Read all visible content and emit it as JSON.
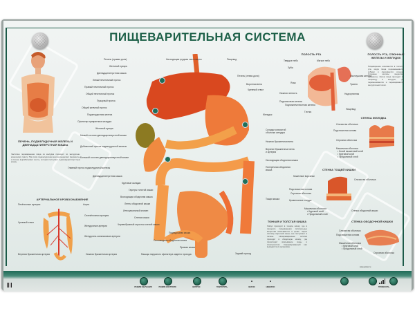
{
  "poster": {
    "title": "ПИЩЕВАРИТЕЛЬНАЯ СИСТЕМА",
    "colors": {
      "accent": "#1d6048",
      "organ": "#e8662a",
      "background": "#eef2f1"
    }
  },
  "left_panel": {
    "liver_heading": "ПЕЧЕНЬ, ПОДЖЕЛУДОЧНАЯ ЖЕЛЕЗА И ДВЕНАДЦАТИПЕРСТНАЯ КИШКА",
    "liver_text": "Частично переваренная пища из желудка проходит по желудочно-кишечному тракту. При этом поджелудочная железа выделяет ферменты, а печень вырабатывает желчь, которая поступает в двенадцатиперстную кишку.",
    "arterial_heading": "АРТЕРИАЛЬНОЕ КРОВОСНАБЖЕНИЕ",
    "arterial_labels": [
      "Печёночные артерии",
      "Аорта",
      "Чревный ствол",
      "Селезёночная артерия",
      "Желудочные артерии",
      "Желудочно-сальниковые артерии",
      "Верхняя брыжеечная артерия",
      "Нижняя брыжеечная артерия"
    ]
  },
  "main_labels_left": [
    "Печень (правая доля)",
    "Желчный пузырь",
    "Двенадцатиперстная кишка",
    "Левый печеночный проток",
    "Правый печеночный проток",
    "Общий печеночный проток",
    "Пузырный проток",
    "Общий желчный проток",
    "Поджелудочная железа",
    "Сфинктер привратника желудка",
    "Желчный пузырь",
    "Малый сосочек двенадцатиперстной кишки",
    "Добавочный проток поджелудочной железы",
    "Большой сосочек двенадцатиперстной кишки",
    "Главный проток поджелудочной железы",
    "Двенадцатиперстная кишка",
    "Круговые складки",
    "Гаустры толстой кишки",
    "Восходящая ободочная кишка",
    "Ленты ободочной кишки",
    "Илеоцекальный клапан",
    "Слепая кишка",
    "Червеобразный отросток слепой кишки",
    "Подвздошная кишка",
    "Сигмовидная ободочная кишка",
    "Прямая кишка",
    "Мышцы наружного сфинктера заднего прохода"
  ],
  "main_labels_top": [
    "Нисходящая грудная часть аорты",
    "Пищевод"
  ],
  "main_labels_right": [
    "Печень (левая доля)",
    "Воротная вена",
    "Чревный ствол",
    "Желудок",
    "Складки слизистой оболочки желудка",
    "Нижняя брыжеечная вена",
    "Верхние брыжеечные вена и артерия",
    "Нисходящая ободочная кишка",
    "Поперечная ободочная кишка",
    "Тощая кишка",
    "Задний проход"
  ],
  "mouth_panel": {
    "heading": "ПОЛОСТЬ РТА",
    "labels": [
      "Твердое небо",
      "Мягкое небо",
      "Зубы",
      "Язык",
      "Нижняя челюсть",
      "Подъязычная железа",
      "Поднижнечелюстная железа",
      "Околоушная железа",
      "Глотка",
      "Надгортанник",
      "Трахея",
      "Пищевод"
    ]
  },
  "salivary_panel": {
    "heading": "ПОЛОСТЬ РТА, СЛЮННЫЕ ЖЕЛЕЗЫ И ЖЕЛУДОК",
    "text": "Пищеварение начинается в полости рта, когда пища пережевывается зубами и смачивается слюной. Слюнные железы выделяют ферменты. Затем пища проходит по пищеводу в желудок, где перемешивается и переваривается желудочным соком."
  },
  "stomach_wall": {
    "heading": "СТЕНКА ЖЕЛУДКА",
    "labels": [
      "Слизистая оболочка",
      "Подслизистая основа",
      "Серозная оболочка",
      "Мышечная оболочка",
      "• Косой мышечный слой",
      "• Круговой слой",
      "• Продольный слой"
    ]
  },
  "jejunum_wall": {
    "heading": "СТЕНКА ТОЩЕЙ КИШКИ",
    "labels": [
      "Кишечные ворсинки",
      "Слизистая оболочка",
      "Подслизистая основа",
      "Серозная оболочка",
      "Кровеносные сосуды",
      "Мышечная оболочка",
      "• Круговой слой",
      "• Продольный слой",
      "Стенка ободочной кишки"
    ]
  },
  "intestine_text": {
    "heading": "ТОНКАЯ И ТОЛСТАЯ КИШКА",
    "text": "Химус проходит в тонкую кишку, где в процессе пищеварения питательные вещества всасываются в кровь. Через систему воротной вены они поступают в печень. Непереваренные остатки проходят в ободочную кишку, где происходит всасывание воды и электролитов. Сформированный кал выводится из организма."
  },
  "colon_wall": {
    "heading": "СТЕНКА ОБОДОЧНОЙ КИШКИ",
    "labels": [
      "Слизистая оболочка",
      "Подслизистая основа",
      "Мышечная оболочка",
      "• Круговой слой",
      "• Продольный слой",
      "Серозная оболочка"
    ]
  },
  "bottom_bar": {
    "buttons": [
      {
        "label": "РЕЖИМ ОБУЧЕНИЯ",
        "icon": "mode-learn-icon"
      },
      {
        "label": "РЕЖИМ КОНТРОЛЯ",
        "icon": "mode-test-icon"
      },
      {
        "label": "ВОПРОС",
        "icon": "question-icon"
      },
      {
        "label": "ПОВТОРИТЬ",
        "icon": "repeat-icon"
      }
    ],
    "indicators": [
      {
        "label": "ВЕРНО"
      },
      {
        "label": "НЕВЕРНО"
      }
    ],
    "volume_label": "ГРОМКОСТЬ",
    "footer_note": "www.poster.ru"
  }
}
